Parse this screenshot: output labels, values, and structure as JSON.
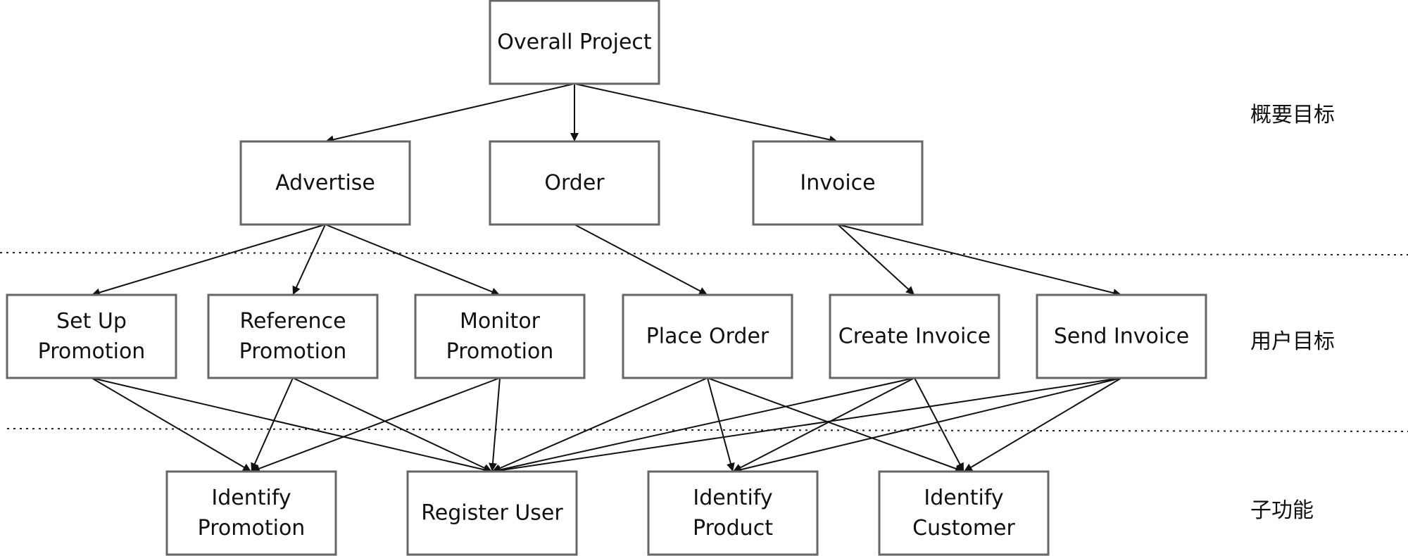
{
  "levels": [
    "概要目标",
    "用户目标",
    "子功能"
  ],
  "nodes": [
    {
      "id": "overall",
      "lines": [
        "Overall Project"
      ]
    },
    {
      "id": "advertise",
      "lines": [
        "Advertise"
      ]
    },
    {
      "id": "order",
      "lines": [
        "Order"
      ]
    },
    {
      "id": "invoice",
      "lines": [
        "Invoice"
      ]
    },
    {
      "id": "setup",
      "lines": [
        "Set Up",
        "Promotion"
      ]
    },
    {
      "id": "reference",
      "lines": [
        "Reference",
        "Promotion"
      ]
    },
    {
      "id": "monitor",
      "lines": [
        "Monitor",
        "Promotion"
      ]
    },
    {
      "id": "placeorder",
      "lines": [
        "Place Order"
      ]
    },
    {
      "id": "createinvoice",
      "lines": [
        "Create Invoice"
      ]
    },
    {
      "id": "sendinvoice",
      "lines": [
        "Send Invoice"
      ]
    },
    {
      "id": "idpromo",
      "lines": [
        "Identify",
        "Promotion"
      ]
    },
    {
      "id": "reguser",
      "lines": [
        "Register User"
      ]
    },
    {
      "id": "idproduct",
      "lines": [
        "Identify",
        "Product"
      ]
    },
    {
      "id": "idcustomer",
      "lines": [
        "Identify",
        "Customer"
      ]
    }
  ],
  "edges": [
    [
      "overall",
      "advertise"
    ],
    [
      "overall",
      "order"
    ],
    [
      "overall",
      "invoice"
    ],
    [
      "advertise",
      "setup"
    ],
    [
      "advertise",
      "reference"
    ],
    [
      "advertise",
      "monitor"
    ],
    [
      "order",
      "placeorder"
    ],
    [
      "invoice",
      "createinvoice"
    ],
    [
      "invoice",
      "sendinvoice"
    ],
    [
      "setup",
      "idpromo"
    ],
    [
      "setup",
      "reguser"
    ],
    [
      "reference",
      "idpromo"
    ],
    [
      "reference",
      "reguser"
    ],
    [
      "monitor",
      "idpromo"
    ],
    [
      "monitor",
      "reguser"
    ],
    [
      "placeorder",
      "reguser"
    ],
    [
      "placeorder",
      "idproduct"
    ],
    [
      "placeorder",
      "idcustomer"
    ],
    [
      "createinvoice",
      "reguser"
    ],
    [
      "createinvoice",
      "idproduct"
    ],
    [
      "createinvoice",
      "idcustomer"
    ],
    [
      "sendinvoice",
      "reguser"
    ],
    [
      "sendinvoice",
      "idproduct"
    ],
    [
      "sendinvoice",
      "idcustomer"
    ]
  ]
}
